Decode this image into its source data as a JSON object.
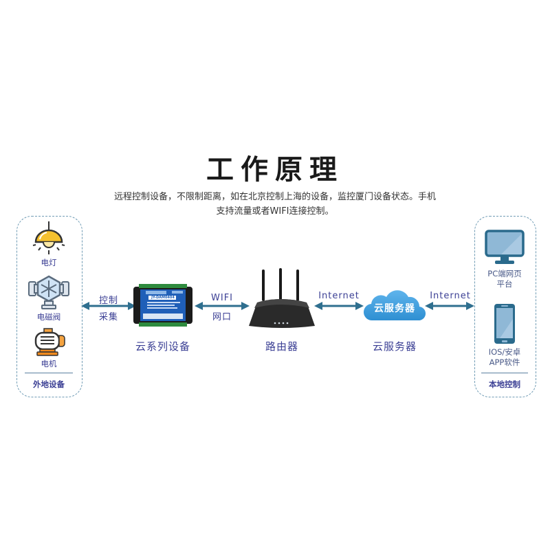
{
  "title": "工作原理",
  "description": {
    "line1": "远程控制设备，不限制距离，如在北京控制上海的设备，监控厦门设备状态。手机",
    "line2": "支持流量或者WIFI连接控制。"
  },
  "left_group": {
    "items": [
      {
        "icon": "pendant-lamp-icon",
        "label": "电灯"
      },
      {
        "icon": "solenoid-valve-icon",
        "label": "电磁阀"
      },
      {
        "icon": "motor-icon",
        "label": "电机"
      }
    ],
    "footer": "外地设备"
  },
  "right_group": {
    "items": [
      {
        "icon": "monitor-icon",
        "label_line1": "PC端网页",
        "label_line2": "平台"
      },
      {
        "icon": "smartphone-icon",
        "label_line1": "IOS/安卓",
        "label_line2": "APP软件"
      }
    ],
    "footer": "本地控制"
  },
  "links": [
    {
      "top": "控制",
      "bottom": "采集"
    },
    {
      "top": "WIFI",
      "bottom": "网口"
    },
    {
      "top": "Internet"
    },
    {
      "top": "Internet"
    }
  ],
  "nodes": [
    {
      "icon": "controller-device-icon",
      "label": "云系列设备",
      "device_text": "JY-DAM0404"
    },
    {
      "icon": "router-icon",
      "label": "路由器"
    },
    {
      "icon": "cloud-icon",
      "label": "云服务器",
      "cloud_text": "云服务器"
    }
  ],
  "colors": {
    "accent_text": "#3b3f94",
    "arrow": "#2f6f8f",
    "box_border": "#6f9bb4",
    "cloud": "#3a9ad9",
    "device_blue": "#1f5fb8",
    "lamp_yellow": "#f5c12e",
    "motor_orange": "#f08a1d"
  }
}
